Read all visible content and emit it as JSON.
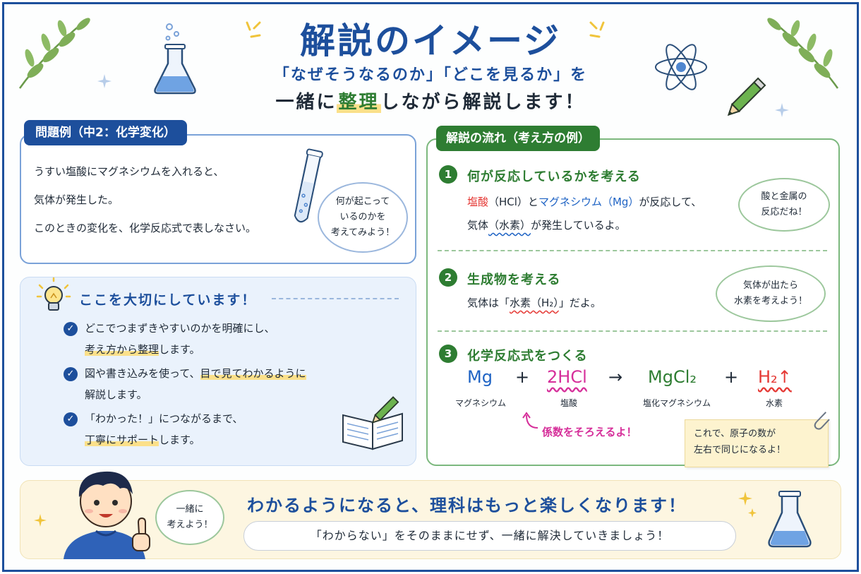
{
  "title": "解説のイメージ",
  "subtitle_line1": "「なぜそうなるのか」「どこを見るか」を",
  "subtitle_line2_a": "一緒に",
  "subtitle_line2_hl": "整理",
  "subtitle_line2_b": "しながら解説します！",
  "problem": {
    "tab": "問題例（中2：化学変化）",
    "lines": [
      "うすい塩酸にマグネシウムを入れると、",
      "気体が発生した。",
      "このときの変化を、化学反応式で表しなさい。"
    ],
    "bubble": [
      "何が起こって",
      "いるのかを",
      "考えてみよう！"
    ]
  },
  "care": {
    "heading": "ここを大切にしています！",
    "items": [
      {
        "line1": "どこでつまずきやすいのかを明確にし、",
        "line2_hl": "考え方から整理",
        "line2_rest": "します。"
      },
      {
        "line1_a": "図や書き込みを使って、",
        "line1_hl": "目で見てわかるように",
        "line2": "解説します。"
      },
      {
        "line1": "「わかった！」につながるまで、",
        "line2_hl": "丁寧にサポート",
        "line2_rest": "します。"
      }
    ]
  },
  "flow": {
    "tab": "解説の流れ（考え方の例）",
    "steps": [
      {
        "num": "1",
        "title": "何が反応しているかを考える",
        "l1_red": "塩酸",
        "l1_a": "（HCl）と",
        "l1_blue": "マグネシウム（Mg）",
        "l1_b": "が反応して、",
        "l2_a": "気体",
        "l2_wavy": "（水素）",
        "l2_b": "が発生しているよ。",
        "bubble": [
          "酸と金属の",
          "反応だね！"
        ]
      },
      {
        "num": "2",
        "title": "生成物を考える",
        "l1_a": "気体は「",
        "l1_wavy": "水素（H₂）",
        "l1_b": "」だよ。",
        "bubble": [
          "気体が出たら",
          "水素を考えよう！"
        ]
      },
      {
        "num": "3",
        "title": "化学反応式をつくる",
        "equation": {
          "mg": "Mg",
          "plus1": "+",
          "hcl": "2HCl",
          "arrow": "→",
          "mgcl2": "MgCl₂",
          "plus2": "+",
          "h2": "H₂↑",
          "mg_label": "マグネシウム",
          "hcl_label": "塩酸",
          "mgcl2_label": "塩化マグネシウム",
          "h2_label": "水素"
        },
        "coef_note": "係数をそろえるよ！",
        "sticky": [
          "これで、原子の数が",
          "左右で同じになるよ！"
        ]
      }
    ]
  },
  "bottom": {
    "bubble": [
      "一緒に",
      "考えよう！"
    ],
    "main": "わかるようになると、理科はもっと楽しくなります！",
    "pill": "「わからない」をそのままにせず、一緒に解決していきましょう！"
  },
  "colors": {
    "navy": "#1d4f9c",
    "green": "#2e7d32",
    "red": "#e53935",
    "blue": "#1e63c4",
    "highlight": "#fbe08a",
    "magenta": "#d62f9a"
  }
}
